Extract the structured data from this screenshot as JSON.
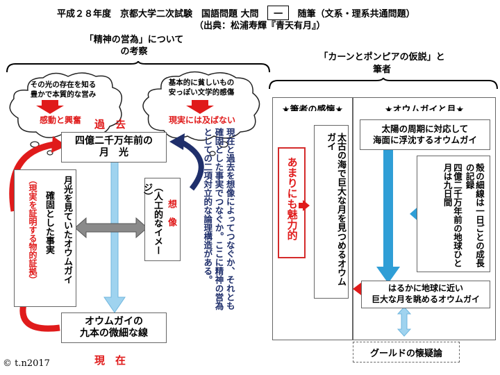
{
  "header": {
    "line1": "平成２８年度　京都大学二次試験　国語問題 大問",
    "num": "一",
    "line1b": "随筆（文系・理系共通問題）",
    "line2": "（出典：松浦寿輝『青天有月』）"
  },
  "left": {
    "title": "「精神の営為」について\nの考察",
    "bubble_left": "その光の存在を知る\n豊かで本質的な営み",
    "bubble_left_red": "感動と興奮",
    "bubble_right": "基本的に貧しいもの\n安っぽい文学的感傷",
    "bubble_right_red": "現実には及ばない",
    "past_label": "過　去",
    "present_label": "現　在",
    "moonlight_box": "四億二千万年前の\n月　光",
    "lines_box": "オウムガイの\n九本の微細な線",
    "vert_left_a": "月光を見ていたオウムガイ",
    "vert_left_b": "確固とした事実",
    "vert_left_c": "（現実を証明する物的証拠）",
    "vert_mid_red": "想　像",
    "vert_mid": "（人工的なイメージ）",
    "vert_comment": "現在と過去を想像によってつなぐか、それとも確固とした事実でつなぐか。ここに精神の営為としての二項対立的な論理構造がある。"
  },
  "right": {
    "title": "「カーンとポンピアの仮説」と\n筆者",
    "sec_left_title": "★筆者の感懐★",
    "sec_right_title": "★オウムガイと月★",
    "red_vert": "あまりにも魅力的",
    "ancient_vert": "太古の海で巨大な月を見つめるオウムガイ",
    "sun_box": "太陽の周期に対応して\n海面に浮沈するオウムガイ",
    "growth_vert_a": "殻の細線は一日ごとの成長の記録",
    "growth_vert_b": "四億二千万年前の地球ひと月は九日間",
    "near_box": "はるかに地球に近い\n巨大な月を眺めるオウムガイ",
    "gould_box": "グールドの懐疑論"
  },
  "footer": {
    "copyright": "© t.n2017"
  },
  "colors": {
    "red": "#e01b1b",
    "navy": "#1f2f6b",
    "blue": "#2f9ed6",
    "lightblue": "#9fd3ef"
  }
}
